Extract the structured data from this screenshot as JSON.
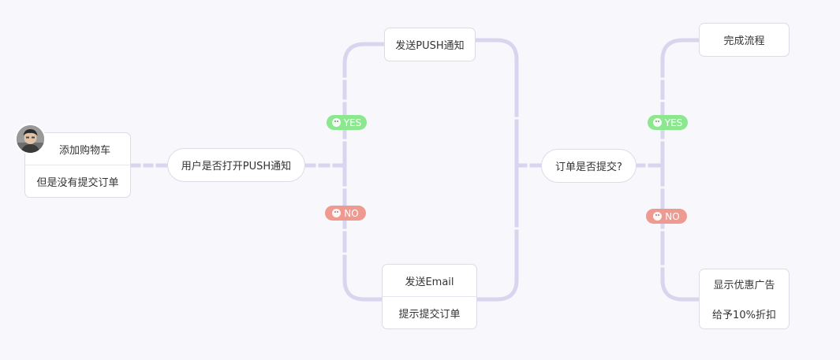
{
  "nodes": {
    "add_cart": {
      "line1": "添加购物车",
      "line2": "但是没有提交订单"
    },
    "push_check": {
      "text": "用户是否打开PUSH通知"
    },
    "send_push": {
      "text": "发送PUSH通知"
    },
    "send_email": {
      "line1": "发送Email",
      "line2": "提示提交订单"
    },
    "order_check": {
      "text": "订单是否提交?"
    },
    "complete": {
      "text": "完成流程"
    },
    "promo": {
      "line1": "显示优惠广告",
      "line2": "给予10%折扣"
    }
  },
  "badges": {
    "yes_label": "YES",
    "no_label": "NO"
  },
  "colors": {
    "connector": "#d8d6ef",
    "yes": "#8be88e",
    "no": "#ee9a90",
    "background": "#f7f7fc"
  }
}
